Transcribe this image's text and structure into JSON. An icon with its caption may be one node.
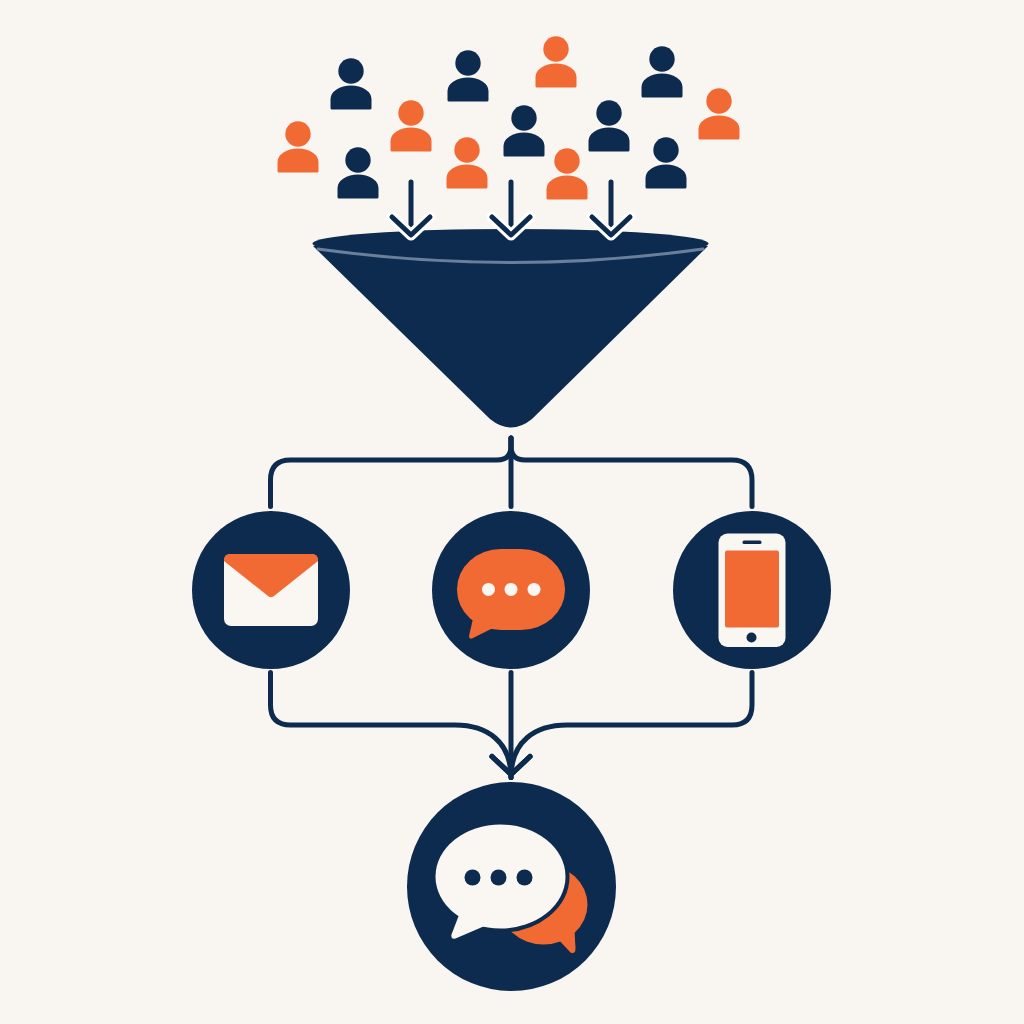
{
  "diagram": {
    "nodes": [
      {
        "text": [],
        "shape": "person"
      },
      {
        "text": [],
        "shape": "person"
      },
      {
        "text": [],
        "shape": "person"
      },
      {
        "text": [],
        "shape": "person"
      },
      {
        "text": [],
        "shape": "person"
      },
      {
        "text": [],
        "shape": "person"
      },
      {
        "text": [],
        "shape": "person"
      },
      {
        "text": [],
        "shape": "person"
      },
      {
        "text": [],
        "shape": "person"
      },
      {
        "text": [],
        "shape": "person"
      },
      {
        "text": [],
        "shape": "person"
      },
      {
        "text": [],
        "shape": "person"
      },
      {
        "text": [],
        "shape": "person"
      },
      {
        "text": [],
        "shape": "funnel"
      },
      {
        "text": [],
        "shape": "circle"
      },
      {
        "text": [],
        "shape": "circle"
      },
      {
        "text": [],
        "shape": "circle"
      },
      {
        "text": [],
        "shape": "circle"
      }
    ],
    "edges": [
      {
        "from": null,
        "to": 13,
        "arrow": "to"
      },
      {
        "from": null,
        "to": 13,
        "arrow": "to"
      },
      {
        "from": null,
        "to": 13,
        "arrow": "to"
      },
      {
        "from": 13,
        "to": 14,
        "arrow": "none"
      },
      {
        "from": 13,
        "to": 15,
        "arrow": "none"
      },
      {
        "from": 13,
        "to": 16,
        "arrow": "none"
      },
      {
        "from": 14,
        "to": 17,
        "arrow": "to"
      },
      {
        "from": 15,
        "to": 17,
        "arrow": "to"
      },
      {
        "from": 16,
        "to": 17,
        "arrow": "to"
      }
    ]
  }
}
